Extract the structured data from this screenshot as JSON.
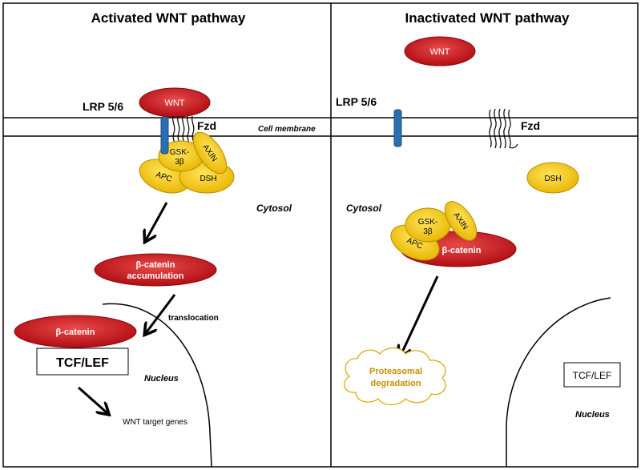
{
  "panels": {
    "activated_title": "Activated WNT pathway",
    "inactivated_title": "Inactivated WNT pathway"
  },
  "labels": {
    "wnt": "WNT",
    "lrp": "LRP 5/6",
    "fzd": "Fzd",
    "cell_membrane": "Cell membrane",
    "cytosol": "Cytosol",
    "gsk_line1": "GSK-",
    "gsk_line2": "3β",
    "axin": "AXIN",
    "apc": "APC",
    "dsh": "DSH",
    "bcat_accum_line1": "β-catenin",
    "bcat_accum_line2": "accumulation",
    "translocation": "translocation",
    "beta_catenin": "β-catenin",
    "tcf_lef": "TCF/LEF",
    "nucleus": "Nucleus",
    "target_genes": "WNT target genes",
    "proteasomal_line1": "Proteasomal",
    "proteasomal_line2": "degradation"
  },
  "colors": {
    "red": "#c8121a",
    "yellow": "#f5c400",
    "yellow_stroke": "#b38f00",
    "blue": "#2b6fb0",
    "orange_text": "#c89000"
  }
}
